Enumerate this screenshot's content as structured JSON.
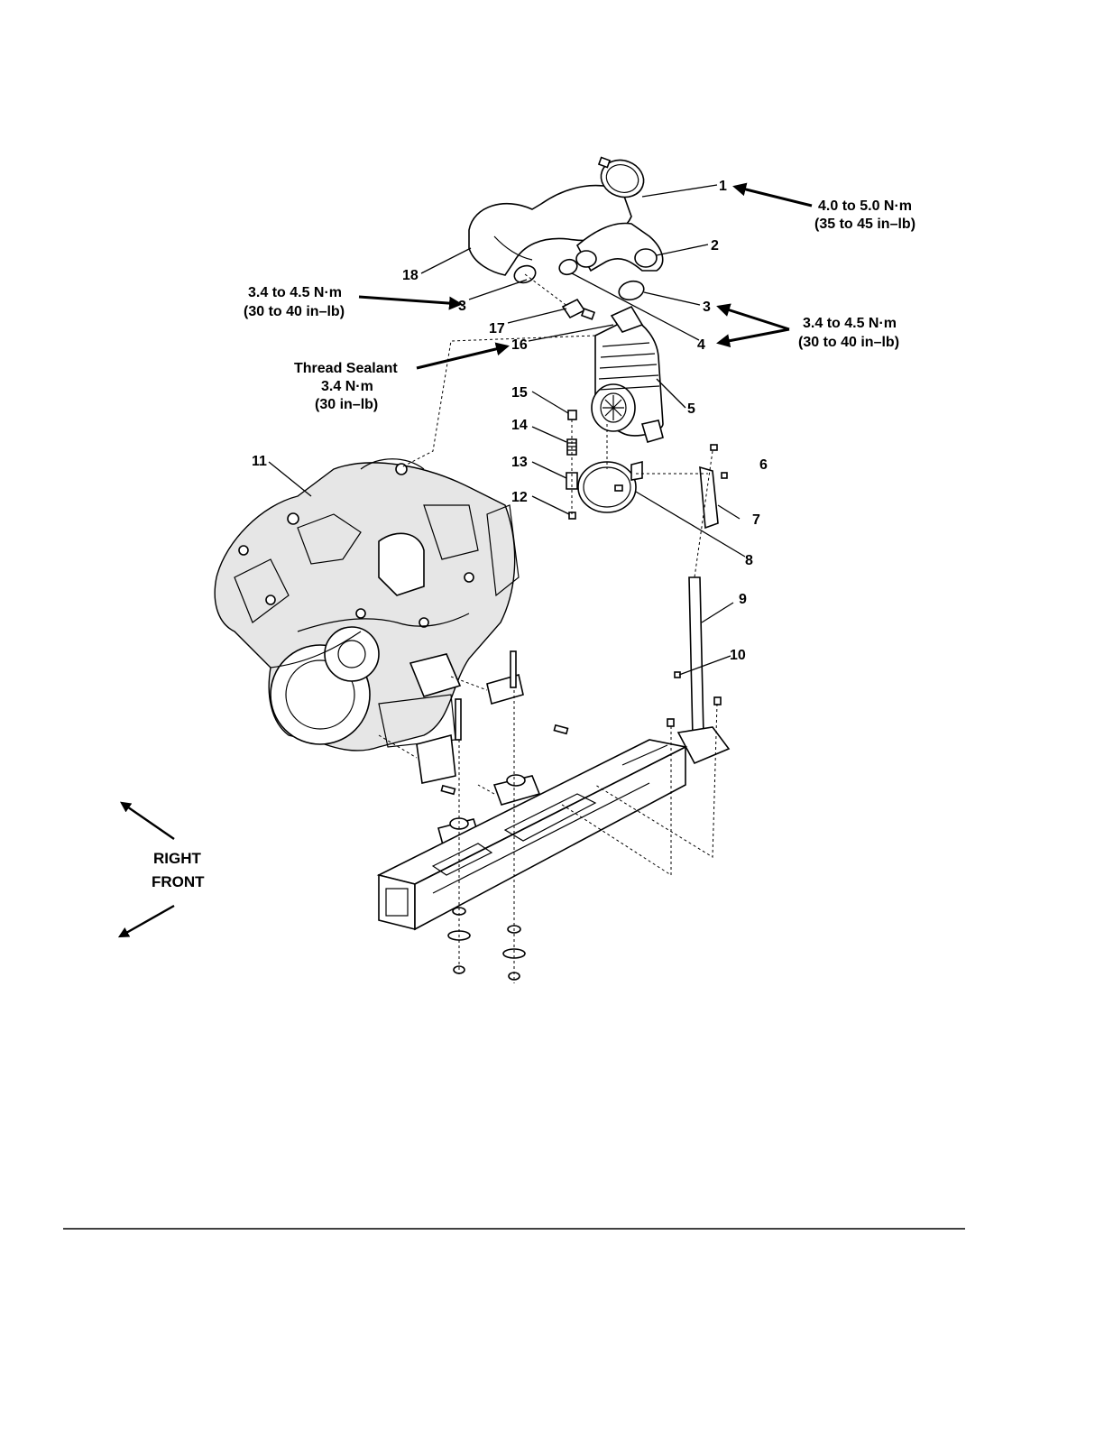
{
  "callouts": {
    "c1": "1",
    "c2": "2",
    "c3a": "3",
    "c3b": "3",
    "c4": "4",
    "c5": "5",
    "c6": "6",
    "c7": "7",
    "c8": "8",
    "c9": "9",
    "c10": "10",
    "c11": "11",
    "c12": "12",
    "c13": "13",
    "c14": "14",
    "c15": "15",
    "c16": "16",
    "c17": "17",
    "c18": "18"
  },
  "specs": {
    "clamp_top_line1": "4.0 to 5.0 N·m",
    "clamp_top_line2": "(35 to 45 in–lb)",
    "clamp_left_line1": "3.4 to 4.5 N·m",
    "clamp_left_line2": "(30 to 40 in–lb)",
    "clamp_right_line1": "3.4 to 4.5 N·m",
    "clamp_right_line2": "(30 to 40 in–lb)",
    "sealant_line1": "Thread Sealant",
    "sealant_line2": "3.4 N·m",
    "sealant_line3": "(30 in–lb)"
  },
  "orientation": {
    "right": "RIGHT",
    "front": "FRONT"
  }
}
